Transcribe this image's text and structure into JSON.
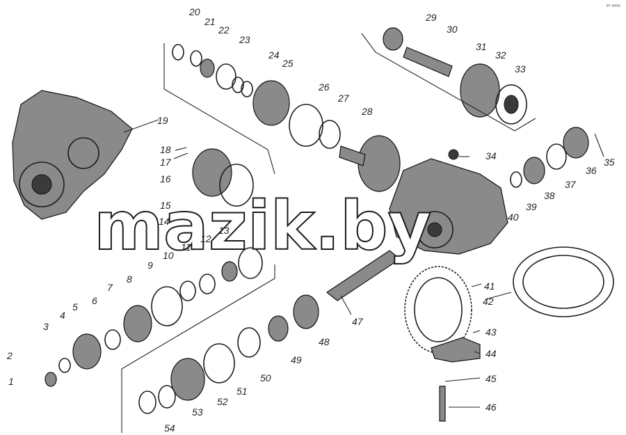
{
  "diagram": {
    "watermark": "mazik.by",
    "corner_mark": "6ª 3400",
    "callouts": [
      "1",
      "2",
      "3",
      "4",
      "5",
      "6",
      "7",
      "8",
      "9",
      "10",
      "11",
      "12",
      "13",
      "14",
      "15",
      "16",
      "17",
      "18",
      "19",
      "20",
      "21",
      "22",
      "23",
      "24",
      "25",
      "26",
      "27",
      "28",
      "29",
      "30",
      "31",
      "32",
      "33",
      "34",
      "35",
      "36",
      "37",
      "38",
      "39",
      "40",
      "41",
      "42",
      "43",
      "44",
      "45",
      "46",
      "47",
      "48",
      "49",
      "50",
      "51",
      "52",
      "53",
      "54"
    ]
  }
}
